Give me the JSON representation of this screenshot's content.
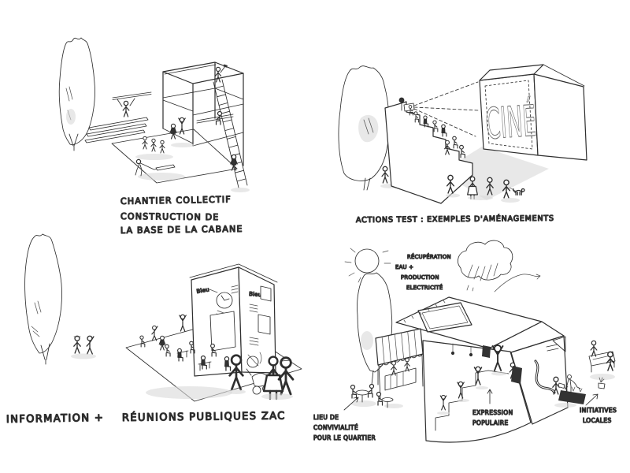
{
  "panels": {
    "chantier": {
      "caption_line1": "CHANTIER COLLECTIF",
      "caption_line2": "CONSTRUCTION DE",
      "caption_line3": "LA BASE DE LA CABANE"
    },
    "actions_test": {
      "caption": "ACTIONS TEST : EXEMPLES D'AMÉNAGEMENTS",
      "screen_text": "CINÉ"
    },
    "information": {
      "caption_part1": "INFORMATION +",
      "caption_part2": "RÉUNIONS PUBLIQUES ZAC",
      "kiosk_sign_left": "Bleu",
      "kiosk_sign_right": "Bleu"
    },
    "maison": {
      "energy_line1": "RÉCUPÉRATION",
      "energy_line2": "EAU +",
      "energy_line3": "PRODUCTION",
      "energy_line4": "ELECTRICITÉ",
      "convivialite_line1": "LIEU DE",
      "convivialite_line2": "CONVIVIALITÉ",
      "convivialite_line3": "POUR LE QUARTIER",
      "expression_line1": "EXPRESSION",
      "expression_line2": "POPULAIRE",
      "initiatives_line1": "INITIATIVES",
      "initiatives_line2": "LOCALES"
    }
  },
  "colors": {
    "ink": "#2e2e2e",
    "shading": "#d9d9d9",
    "paper": "#ffffff"
  }
}
